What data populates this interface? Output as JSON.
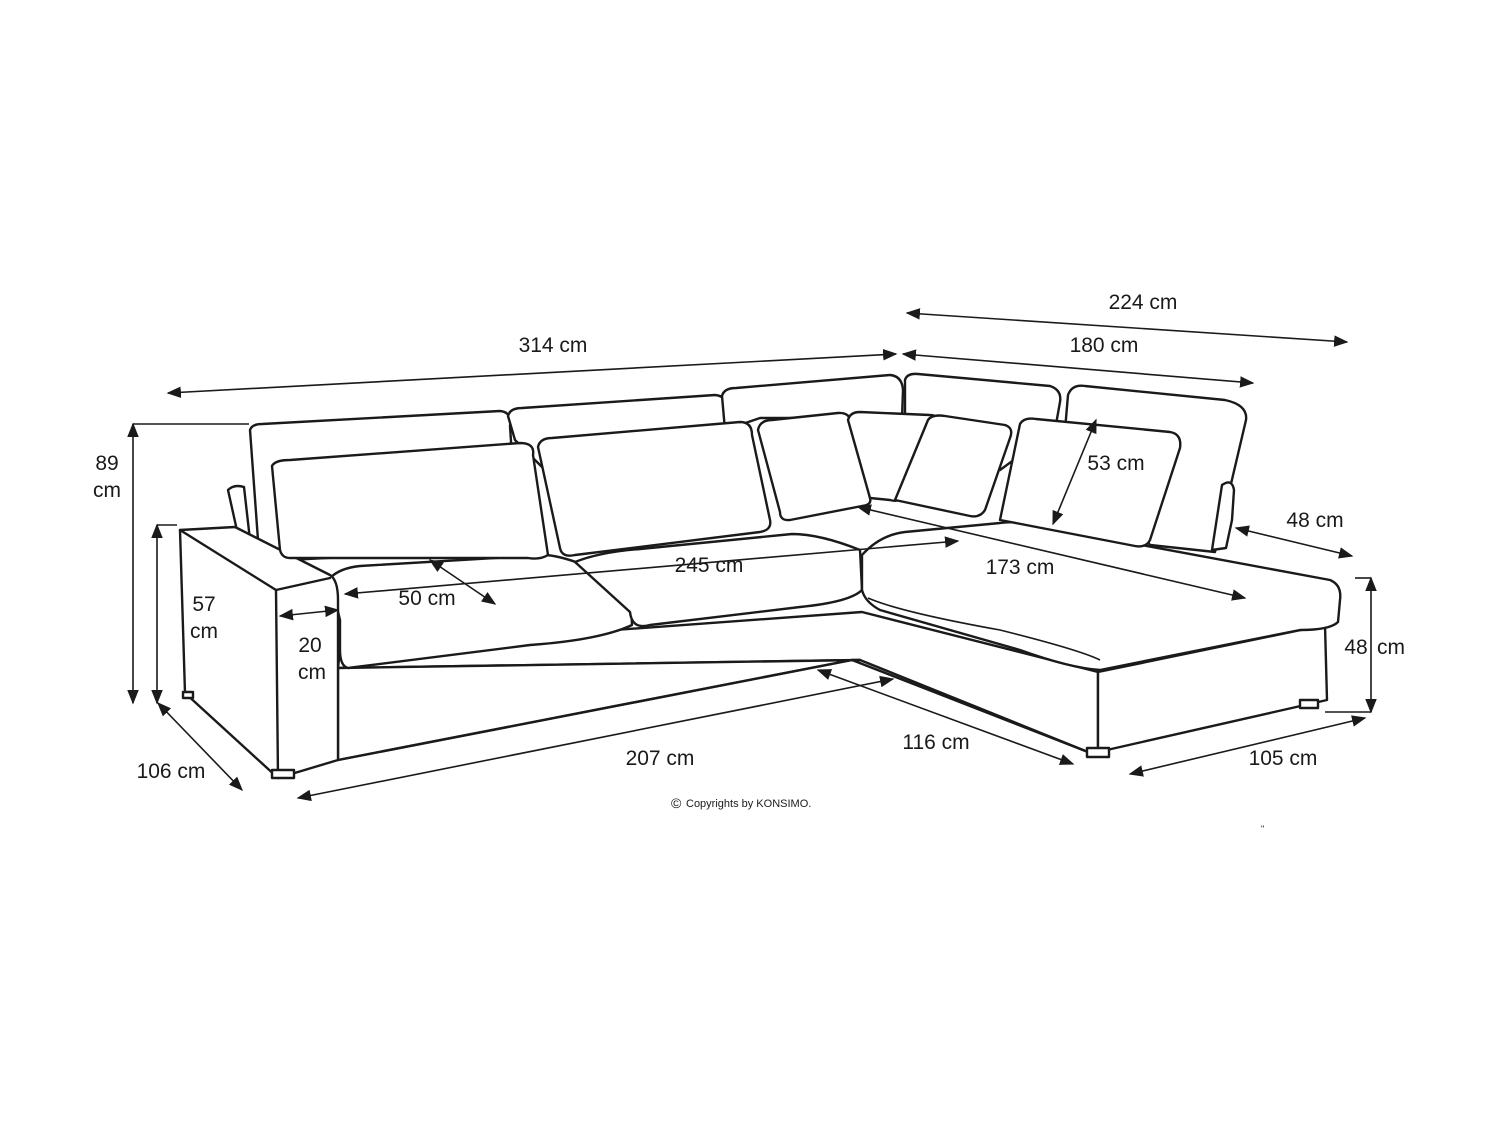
{
  "labels": {
    "total_width": "314 cm",
    "chaise_length": "224 cm",
    "chaise_back": "180 cm",
    "height_num": "89",
    "height_unit": "cm",
    "seat_height_num": "57",
    "seat_height_unit": "cm",
    "armrest_num": "20",
    "armrest_unit": "cm",
    "seat_depth": "50 cm",
    "inner_width": "245 cm",
    "chaise_inner": "173 cm",
    "back_cushion": "53 cm",
    "chaise_back_depth": "48 cm",
    "chaise_height_num": "48",
    "chaise_height_unit": "cm",
    "depth": "106 cm",
    "front_width": "207 cm",
    "chaise_front": "116 cm",
    "chaise_width": "105 cm"
  },
  "copyright": {
    "symbol": "©",
    "text": "Copyrights by KONSIMO."
  },
  "stray_mark": "\""
}
